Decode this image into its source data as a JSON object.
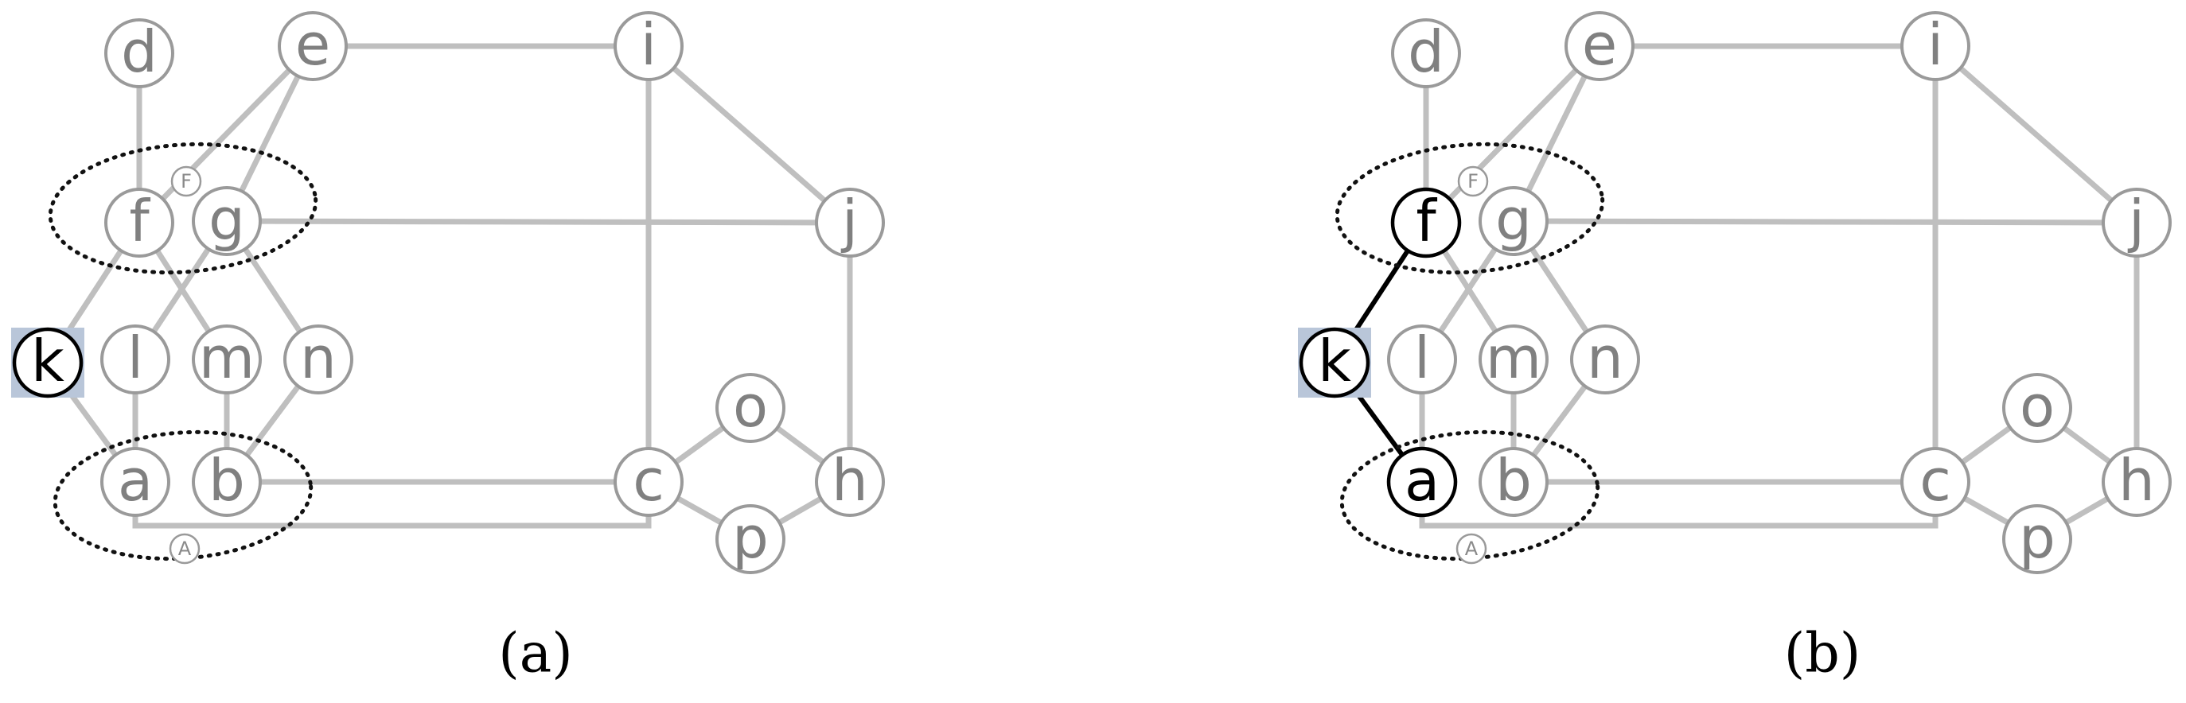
{
  "panels": [
    {
      "id": "a",
      "caption": "(a)",
      "highlighted": "k",
      "bold_nodes": [],
      "bold_edges": []
    },
    {
      "id": "b",
      "caption": "(b)",
      "highlighted": "k",
      "bold_nodes": [
        "k",
        "f",
        "a"
      ],
      "bold_edges": [
        [
          "k",
          "f"
        ],
        [
          "k",
          "a"
        ]
      ]
    }
  ],
  "nodes": [
    "d",
    "e",
    "i",
    "f",
    "g",
    "j",
    "k",
    "l",
    "m",
    "n",
    "a",
    "b",
    "c",
    "o",
    "h",
    "p"
  ],
  "edges": [
    [
      "d",
      "f"
    ],
    [
      "e",
      "f"
    ],
    [
      "e",
      "g"
    ],
    [
      "e",
      "i"
    ],
    [
      "i",
      "j"
    ],
    [
      "i",
      "c"
    ],
    [
      "g",
      "j"
    ],
    [
      "j",
      "h"
    ],
    [
      "f",
      "k"
    ],
    [
      "f",
      "m"
    ],
    [
      "g",
      "l"
    ],
    [
      "g",
      "n"
    ],
    [
      "k",
      "a"
    ],
    [
      "l",
      "a"
    ],
    [
      "m",
      "b"
    ],
    [
      "n",
      "b"
    ],
    [
      "b",
      "c"
    ],
    [
      "a",
      "c"
    ],
    [
      "c",
      "o"
    ],
    [
      "c",
      "p"
    ],
    [
      "o",
      "h"
    ],
    [
      "p",
      "h"
    ]
  ],
  "groups": [
    {
      "label": "F",
      "members": [
        "f",
        "g"
      ]
    },
    {
      "label": "A",
      "members": [
        "a",
        "b"
      ]
    }
  ],
  "colors": {
    "edge": "#bfbfbf",
    "node_outline": "#9a9a9a",
    "node_text": "#808080",
    "highlight": "#b9c6d9",
    "bold": "#000000"
  }
}
